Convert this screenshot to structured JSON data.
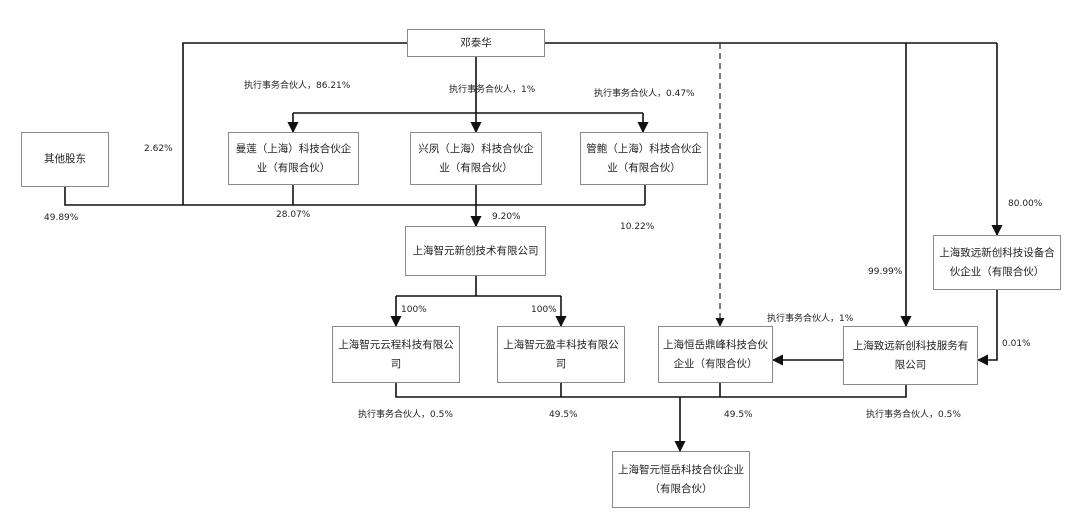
{
  "nodes": {
    "deng": "邓泰华",
    "others": "其他股东",
    "manlian": "曼莲（上海）科技合伙企业（有限合伙）",
    "xingfeng": "兴夙（上海）科技合伙企业（有限合伙）",
    "guanzhi": "管鲍（上海）科技合伙企业（有限合伙）",
    "zhiyuan_xinchuang": "上海智元新创技术有限公司",
    "zhiyuan_yuncheng": "上海智元云程科技有限公司",
    "zhiyuan_yingfeng": "上海智元盈丰科技有限公司",
    "hengyue_dingfeng": "上海恒岳鼎峰科技合伙企业（有限合伙）",
    "zhiyuan_fuwu": "上海致远新创科技服务有限公司",
    "zhiyuan_shebei": "上海致远新创科技设备合伙企业（有限合伙）",
    "target": "上海智元恒岳科技合伙企业（有限合伙）"
  },
  "labels": {
    "gp_86": "执行事务合伙人，86.21%",
    "gp_1_top": "执行事务合伙人，1%",
    "gp_047": "执行事务合伙人，0.47%",
    "p_262": "2.62%",
    "p_4989": "49.89%",
    "p_2807": "28.07%",
    "p_920": "9.20%",
    "p_1022": "10.22%",
    "p_8000": "80.00%",
    "p_9999": "99.99%",
    "p_100_a": "100%",
    "p_100_b": "100%",
    "gp_1_mid": "执行事务合伙人，1%",
    "p_001": "0.01%",
    "gp_05_a": "执行事务合伙人，0.5%",
    "p_495_a": "49.5%",
    "p_495_b": "49.5%",
    "gp_05_b": "执行事务合伙人，0.5%"
  }
}
